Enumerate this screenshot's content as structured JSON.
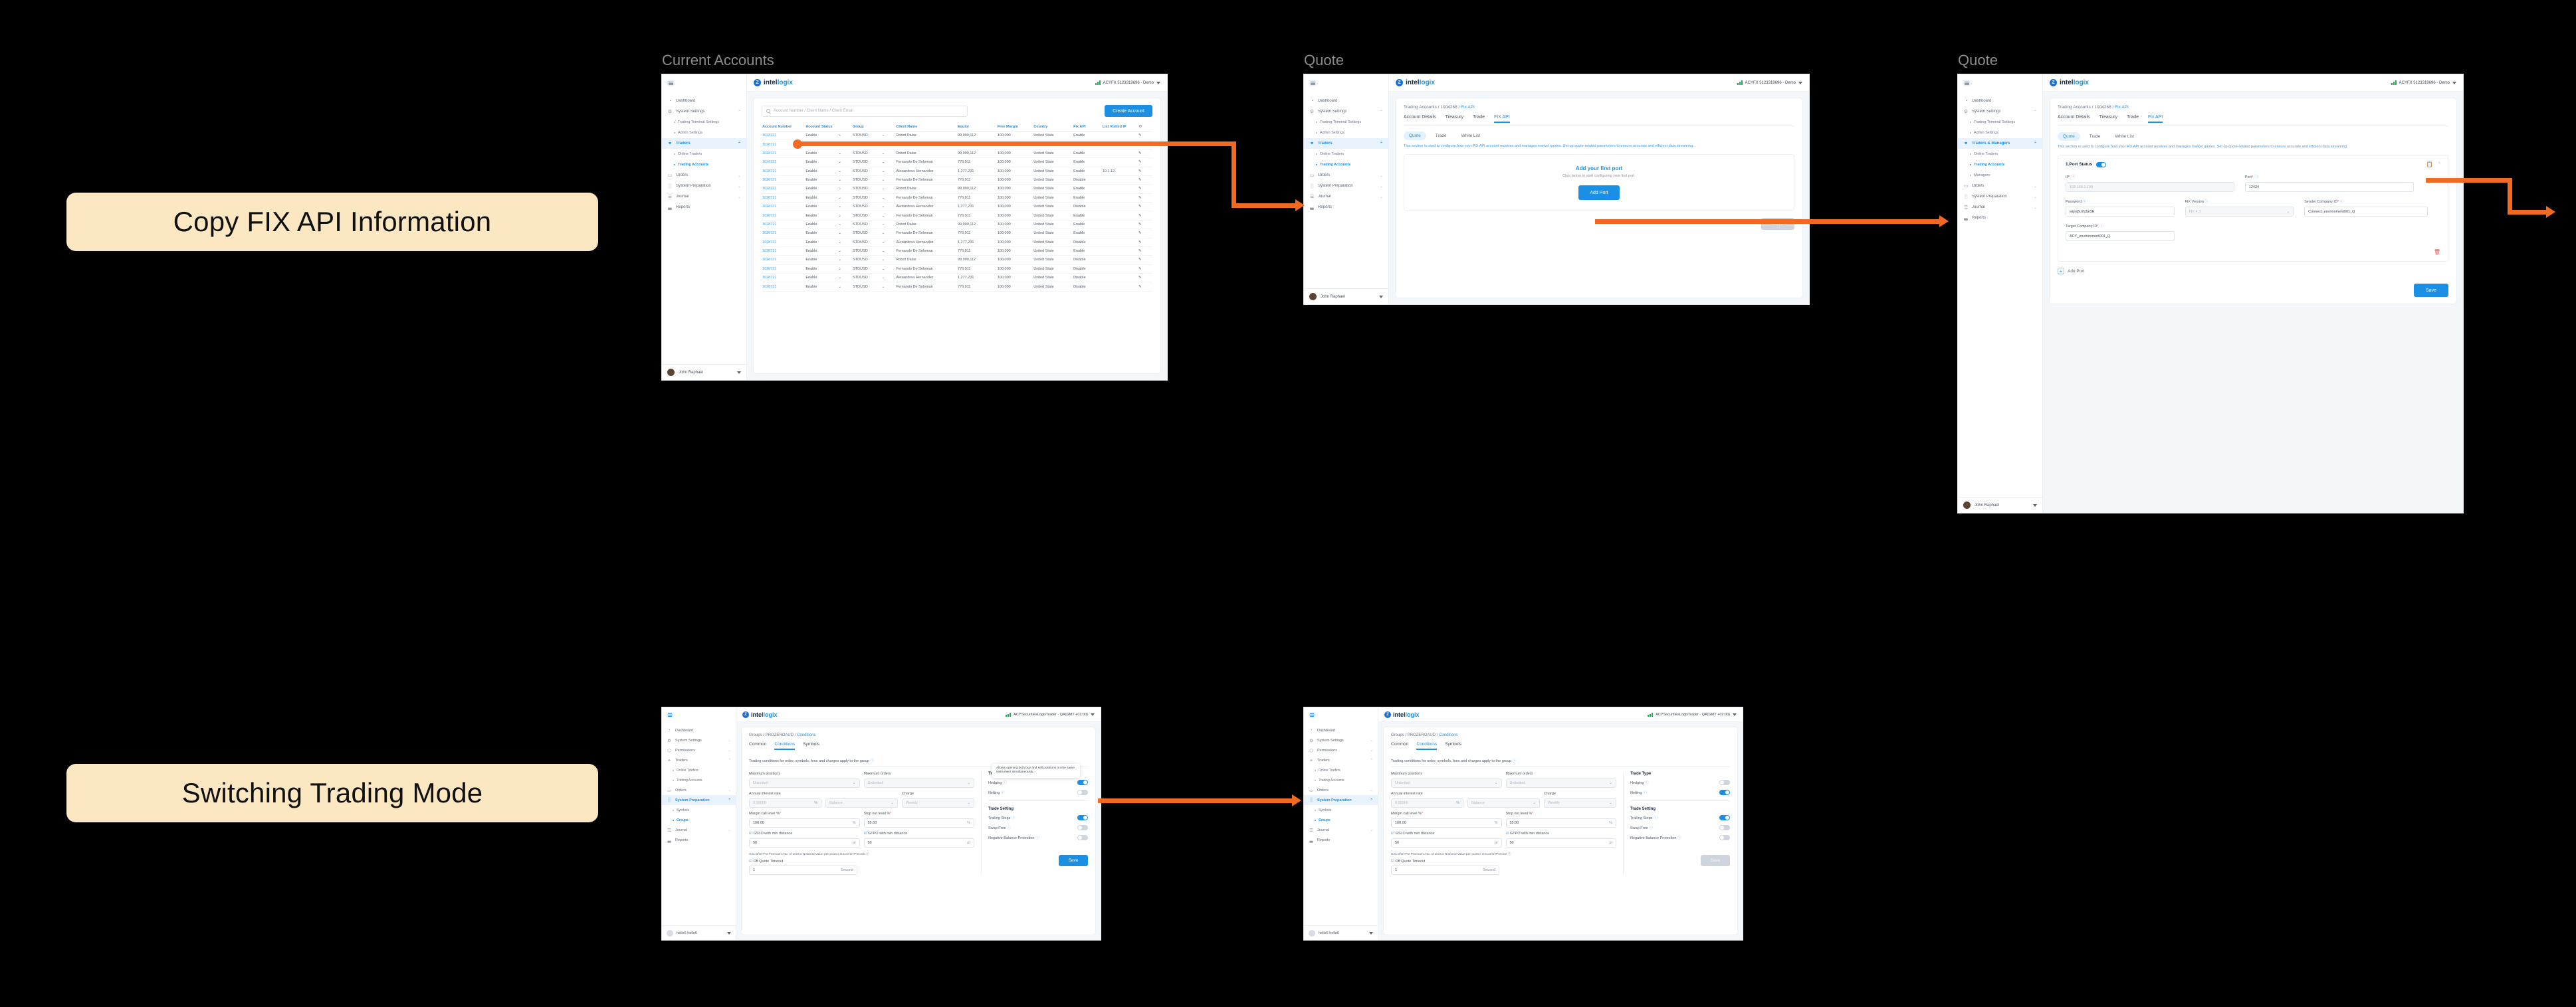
{
  "steps": [
    {
      "label": "Copy FIX API Information"
    },
    {
      "label": "Switching Trading Mode"
    }
  ],
  "captions": {
    "s1": "Current Accounts",
    "s2": "Quote",
    "s3": "Quote"
  },
  "brand": {
    "mark": "Z",
    "t1": "intel",
    "t2": "logix"
  },
  "accounts_app": {
    "account_badge": "ACYFX 5123319696 - Demo",
    "user": "John Raphael",
    "sidebar": [
      {
        "label": "Dashboard",
        "icon": "gauge-icon",
        "type": "item",
        "chev": "",
        "active": false
      },
      {
        "label": "System Settings",
        "icon": "gear-icon",
        "type": "item",
        "chev": "^",
        "active": false
      },
      {
        "label": "Trading Terminal Settings",
        "type": "sub",
        "active": false
      },
      {
        "label": "Admin Settings",
        "type": "sub",
        "active": false
      },
      {
        "label": "Traders",
        "icon": "people-icon",
        "type": "item",
        "chev": "^",
        "active": true
      },
      {
        "label": "Online Traders",
        "type": "sub",
        "active": false
      },
      {
        "label": "Trading Accounts",
        "type": "sub",
        "active": true
      },
      {
        "label": "Orders",
        "icon": "book-icon",
        "type": "item",
        "chev": "v",
        "active": false
      },
      {
        "label": "System Preparation",
        "icon": "grid-icon",
        "type": "item",
        "chev": "v",
        "active": false
      },
      {
        "label": "Journal",
        "icon": "journal-icon",
        "type": "item",
        "chev": "v",
        "active": false
      },
      {
        "label": "Reports",
        "icon": "chart-icon",
        "type": "item",
        "chev": "",
        "active": false
      }
    ],
    "search_placeholder": "Account Number / Client Name / Client Email",
    "create_label": "Create Account",
    "columns": [
      "Account Number",
      "Account Status",
      "Group",
      "Client Name",
      "Equity",
      "Free Margin",
      "Country",
      "Fix API",
      "List Visited IP"
    ],
    "rows": [
      {
        "num": "1028721",
        "status": "Enable",
        "group": "STDUSD",
        "client": "Robot Dalas",
        "equity": "99,990,112",
        "margin": "100,000",
        "country": "United State",
        "fix": "Enable",
        "ip": ""
      },
      {
        "num": "1028721",
        "status": "Enable",
        "group": "STDUSD",
        "client": "Fernando De Soloman",
        "equity": "776,911",
        "margin": "100,000",
        "country": "United State",
        "fix": "Disable",
        "ip": ""
      },
      {
        "num": "1028721",
        "status": "Enable",
        "group": "STDUSD",
        "client": "Robot Dalas",
        "equity": "99,990,112",
        "margin": "100,000",
        "country": "United State",
        "fix": "Enable",
        "ip": ""
      },
      {
        "num": "1028721",
        "status": "Enable",
        "group": "STDUSD",
        "client": "Fernando De Soloman",
        "equity": "776,911",
        "margin": "100,000",
        "country": "United State",
        "fix": "Enable",
        "ip": ""
      },
      {
        "num": "1028721",
        "status": "Enable",
        "group": "STDUSD",
        "client": "Alexandrea Hernandez",
        "equity": "1,277,231",
        "margin": "100,000",
        "country": "United State",
        "fix": "Enable",
        "ip": "10.1.12"
      },
      {
        "num": "1028721",
        "status": "Enable",
        "group": "STDUSD",
        "client": "Fernando De Soloman",
        "equity": "776,911",
        "margin": "100,000",
        "country": "United State",
        "fix": "Disable",
        "ip": ""
      },
      {
        "num": "1028721",
        "status": "Enable",
        "group": "STDUSD",
        "client": "Robot Dalas",
        "equity": "99,990,112",
        "margin": "100,000",
        "country": "United State",
        "fix": "Enable",
        "ip": ""
      },
      {
        "num": "1028721",
        "status": "Enable",
        "group": "STDUSD",
        "client": "Fernando De Soloman",
        "equity": "776,911",
        "margin": "100,000",
        "country": "United State",
        "fix": "Enable",
        "ip": ""
      },
      {
        "num": "1028721",
        "status": "Enable",
        "group": "STDUSD",
        "client": "Alexandrea Hernandez",
        "equity": "1,277,231",
        "margin": "100,000",
        "country": "United State",
        "fix": "Disable",
        "ip": ""
      },
      {
        "num": "1028721",
        "status": "Enable",
        "group": "STDUSD",
        "client": "Fernando De Soloman",
        "equity": "776,911",
        "margin": "100,000",
        "country": "United State",
        "fix": "Enable",
        "ip": ""
      },
      {
        "num": "1028721",
        "status": "Enable",
        "group": "STDUSD",
        "client": "Robot Dalas",
        "equity": "99,990,112",
        "margin": "100,000",
        "country": "United State",
        "fix": "Enable",
        "ip": ""
      },
      {
        "num": "1028721",
        "status": "Enable",
        "group": "STDUSD",
        "client": "Fernando De Soloman",
        "equity": "776,911",
        "margin": "100,000",
        "country": "United State",
        "fix": "Enable",
        "ip": ""
      },
      {
        "num": "1028721",
        "status": "Enable",
        "group": "STDUSD",
        "client": "Alexandrea Hernandez",
        "equity": "1,277,231",
        "margin": "100,000",
        "country": "United State",
        "fix": "Disable",
        "ip": ""
      },
      {
        "num": "1028721",
        "status": "Enable",
        "group": "STDUSD",
        "client": "Fernando De Soloman",
        "equity": "776,911",
        "margin": "100,000",
        "country": "United State",
        "fix": "Enable",
        "ip": ""
      },
      {
        "num": "1028721",
        "status": "Enable",
        "group": "STDUSD",
        "client": "Robot Dalas",
        "equity": "99,990,112",
        "margin": "100,000",
        "country": "United State",
        "fix": "Disable",
        "ip": ""
      },
      {
        "num": "1028721",
        "status": "Enable",
        "group": "STDUSD",
        "client": "Fernando De Soloman",
        "equity": "776,911",
        "margin": "100,000",
        "country": "United State",
        "fix": "Disable",
        "ip": ""
      },
      {
        "num": "1028721",
        "status": "Enable",
        "group": "STDUSD",
        "client": "Alexandrea Hernandez",
        "equity": "1,277,231",
        "margin": "100,000",
        "country": "United State",
        "fix": "Disable",
        "ip": ""
      },
      {
        "num": "1028721",
        "status": "Enable",
        "group": "STDUSD",
        "client": "Fernando De Soloman",
        "equity": "776,911",
        "margin": "100,000",
        "country": "United State",
        "fix": "Disable",
        "ip": ""
      }
    ]
  },
  "fixapi_empty": {
    "account_badge": "ACYFX 5123319696 - Demo",
    "user": "John Raphael",
    "sidebar": [
      {
        "label": "Dashboard",
        "icon": "gauge-icon",
        "type": "item",
        "chev": "",
        "active": false
      },
      {
        "label": "System Settings",
        "icon": "gear-icon",
        "type": "item",
        "chev": "^",
        "active": false
      },
      {
        "label": "Trading Terminal Settings",
        "type": "sub",
        "active": false
      },
      {
        "label": "Admin Settings",
        "type": "sub",
        "active": false
      },
      {
        "label": "Traders",
        "icon": "people-icon",
        "type": "item",
        "chev": "^",
        "active": true
      },
      {
        "label": "Online Traders",
        "type": "sub",
        "active": false
      },
      {
        "label": "Trading Accounts",
        "type": "sub",
        "active": true
      },
      {
        "label": "Orders",
        "icon": "book-icon",
        "type": "item",
        "chev": "v",
        "active": false
      },
      {
        "label": "System Preparation",
        "icon": "grid-icon",
        "type": "item",
        "chev": "v",
        "active": false
      },
      {
        "label": "Journal",
        "icon": "journal-icon",
        "type": "item",
        "chev": "v",
        "active": false
      },
      {
        "label": "Reports",
        "icon": "chart-icon",
        "type": "item",
        "chev": "",
        "active": false
      }
    ],
    "breadcrumb": {
      "root": "Trading Accounts",
      "mid": "1004268",
      "leaf": "Fix API"
    },
    "tabs": [
      "Account Details",
      "Treasury",
      "Trade",
      "FIX API"
    ],
    "active_tab": "FIX API",
    "pills": [
      "Quote",
      "Trade",
      "White List"
    ],
    "active_pill": "Quote",
    "note": "This section is used to configure how your FIX API account receives and manages market quotes. Set up quote-related parameters to ensure accurate and efficient data streaming.",
    "empty_title": "Add your first port",
    "empty_sub": "Click below to start configuring your first port.",
    "add_port_label": "Add Port",
    "save_label": "Save"
  },
  "fixapi_form": {
    "account_badge": "ACYFX 5123319696 - Demo",
    "user": "John Raphael",
    "sidebar": [
      {
        "label": "Dashboard",
        "icon": "gauge-icon",
        "type": "item",
        "chev": "",
        "active": false
      },
      {
        "label": "System Settings",
        "icon": "gear-icon",
        "type": "item",
        "chev": "^",
        "active": false
      },
      {
        "label": "Trading Terminal Settings",
        "type": "sub",
        "active": false
      },
      {
        "label": "Admin Settings",
        "type": "sub",
        "active": false
      },
      {
        "label": "Traders & Managers",
        "icon": "people-icon",
        "type": "item",
        "chev": "^",
        "active": true
      },
      {
        "label": "Online Traders",
        "type": "sub",
        "active": false
      },
      {
        "label": "Trading Accounts",
        "type": "sub",
        "active": true
      },
      {
        "label": "Managers",
        "type": "sub",
        "active": false
      },
      {
        "label": "Orders",
        "icon": "book-icon",
        "type": "item",
        "chev": "v",
        "active": false
      },
      {
        "label": "System Preparation",
        "icon": "grid-icon",
        "type": "item",
        "chev": "v",
        "active": false
      },
      {
        "label": "Journal",
        "icon": "journal-icon",
        "type": "item",
        "chev": "v",
        "active": false
      },
      {
        "label": "Reports",
        "icon": "chart-icon",
        "type": "item",
        "chev": "",
        "active": false
      }
    ],
    "breadcrumb": {
      "root": "Trading Accounts",
      "mid": "1004268",
      "leaf": "Fix API"
    },
    "tabs": [
      "Account Details",
      "Treasury",
      "Trade",
      "Fix API"
    ],
    "active_tab": "Fix API",
    "pills": [
      "Quote",
      "Trade",
      "White List"
    ],
    "active_pill": "Quote",
    "note": "This section is used to configure how your FIX API account receives and manages market quotes. Set up quote-related parameters to ensure accurate and efficient data streaming.",
    "port_status_label": "1.Port Status",
    "port_status_on": true,
    "fields": [
      {
        "label": "IP",
        "req": true,
        "value": "192.168.1.100",
        "disabled": true,
        "kind": "text"
      },
      {
        "label": "Port",
        "req": true,
        "value": "12424",
        "disabled": false,
        "kind": "text"
      },
      {
        "label": "Password",
        "req": false,
        "value": "wijnij3u7ij3jn5E",
        "disabled": false,
        "kind": "text"
      },
      {
        "label": "FIX Version",
        "req": false,
        "value": "FIX 4.3",
        "disabled": true,
        "kind": "select"
      },
      {
        "label": "Sender Company ID",
        "req": true,
        "value": "Connect_environment001_Q",
        "disabled": false,
        "kind": "text"
      },
      {
        "label": "Target Company ID",
        "req": true,
        "value": "ACY_environment001_Q",
        "disabled": false,
        "kind": "text"
      }
    ],
    "add_port_label": "Add Port",
    "save_label": "Save"
  },
  "groups_app": {
    "account_badge": "ACYSecuritiesLogixTrader - QA(GMT +02:00)",
    "user": "hello6 hello6",
    "sidebar": [
      {
        "label": "Dashboard",
        "icon": "gauge-icon",
        "type": "item",
        "chev": "",
        "active": false
      },
      {
        "label": "System Settings",
        "icon": "gear-icon",
        "type": "item",
        "chev": "v",
        "active": false
      },
      {
        "label": "Permissions",
        "icon": "shield-icon",
        "type": "item",
        "chev": "v",
        "active": false
      },
      {
        "label": "Traders",
        "icon": "people-icon",
        "type": "item",
        "chev": "^",
        "active": false
      },
      {
        "label": "Online Traders",
        "type": "sub",
        "active": false
      },
      {
        "label": "Trading Accounts",
        "type": "sub",
        "active": false
      },
      {
        "label": "Orders",
        "icon": "book-icon",
        "type": "item",
        "chev": "v",
        "active": false
      },
      {
        "label": "System Preparation",
        "icon": "grid-icon",
        "type": "item",
        "chev": "^",
        "active": true
      },
      {
        "label": "Symbols",
        "type": "sub",
        "active": false
      },
      {
        "label": "Groups",
        "type": "sub",
        "active": true
      },
      {
        "label": "Journal",
        "icon": "journal-icon",
        "type": "item",
        "chev": "v",
        "active": false
      },
      {
        "label": "Reports",
        "icon": "chart-icon",
        "type": "item",
        "chev": "",
        "active": false
      }
    ],
    "breadcrumb": {
      "root": "Groups",
      "mid": "PROZEROAUD",
      "leaf": "Conditions"
    },
    "tabs": [
      "Common",
      "Conditions",
      "Symbols"
    ],
    "active_tab": "Conditions",
    "desc": "Trading conditions for order, symbols, fees and charges apply to the group",
    "left_fields": [
      {
        "label": "Maximum positions",
        "value": "Unlimited",
        "kind": "select",
        "disabled": true,
        "suffix": ""
      },
      {
        "label": "Maximum orders",
        "value": "Unlimited",
        "kind": "select",
        "disabled": true,
        "suffix": ""
      },
      {
        "label": "Annual interest rate",
        "value": "0.00000",
        "kind": "text",
        "disabled": true,
        "suffix": "%"
      },
      {
        "label": "",
        "value": "Balance",
        "kind": "select",
        "disabled": true,
        "suffix": ""
      },
      {
        "label": "Charge",
        "value": "Weekly",
        "kind": "select",
        "disabled": true,
        "suffix": ""
      },
      {
        "label": "Margin call level %",
        "req": true,
        "value": "100.00",
        "kind": "text",
        "disabled": false,
        "suffix": "%"
      },
      {
        "label": "Stop out level %",
        "req": true,
        "value": "55.00",
        "kind": "text",
        "disabled": false,
        "suffix": "%"
      },
      {
        "label": "GSLO with min distance",
        "value": "50",
        "kind": "check",
        "disabled": false,
        "suffix": "pt"
      },
      {
        "label": "GTPO with min distance",
        "value": "50",
        "kind": "check",
        "disabled": false,
        "suffix": "pt"
      }
    ],
    "formula_note": "GSLO/GTPO Premium=No. of units x Notional Value per point x GSLO/GTPO rate",
    "off_quote_label": "Off Quote Timeout",
    "off_quote_value": "1",
    "off_quote_suffix": "Second",
    "trade_type_title": "Trade Type",
    "trade_setting_title": "Trade Setting",
    "tooltip": "Allows opening both buy and sell positions on the same instrument simultaneously.",
    "save_label": "Save",
    "variant_a": {
      "toggles_type": [
        {
          "label": "Hedging",
          "on": true
        },
        {
          "label": "Netting",
          "on": false
        }
      ],
      "toggles_setting": [
        {
          "label": "Trailing Stops",
          "on": true
        },
        {
          "label": "Swap Free",
          "on": false
        },
        {
          "label": "Negative Balance Protection",
          "on": false
        }
      ],
      "save_enabled": true,
      "show_tooltip": true
    },
    "variant_b": {
      "toggles_type": [
        {
          "label": "Hedging",
          "on": false
        },
        {
          "label": "Netting",
          "on": true
        }
      ],
      "toggles_setting": [
        {
          "label": "Trailing Stops",
          "on": true
        },
        {
          "label": "Swap Free",
          "on": false
        },
        {
          "label": "Negative Balance Protection",
          "on": false
        }
      ],
      "save_enabled": false,
      "show_tooltip": false
    }
  },
  "colors": {
    "accent": "#1a8fe3",
    "arrow": "#f26a22",
    "chip": "#fbe8c3",
    "bg": "#000000"
  }
}
